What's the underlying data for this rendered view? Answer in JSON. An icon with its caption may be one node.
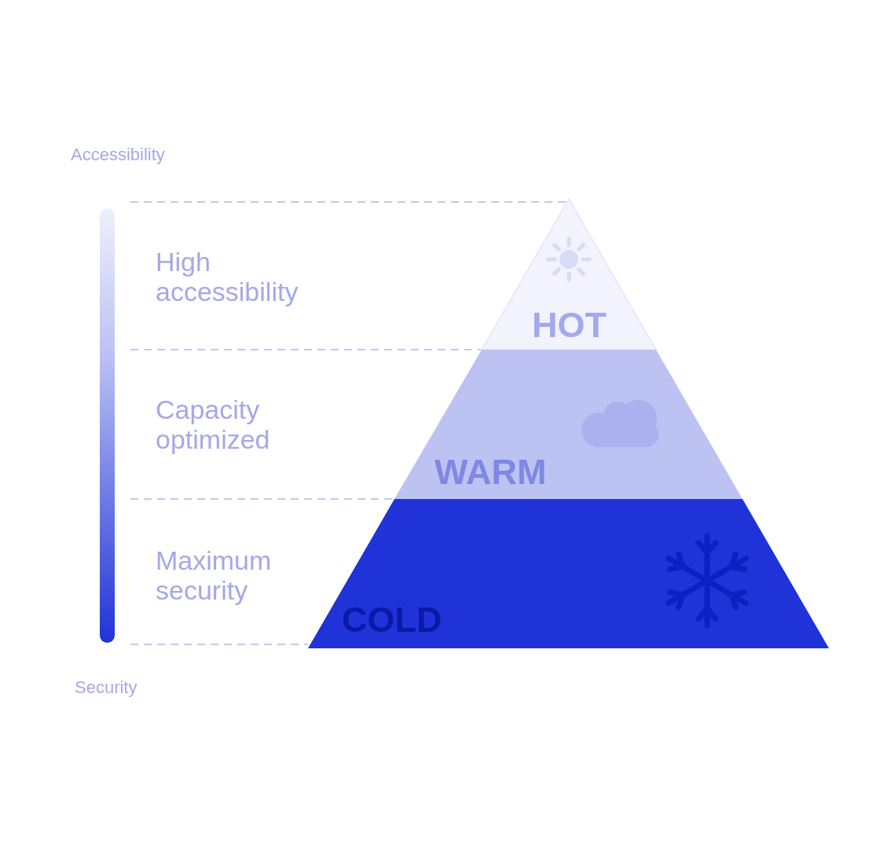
{
  "diagram": {
    "nodes": [
      {
        "text": [],
        "shape": "bar",
        "beside": [
          "Accessibility",
          "Security"
        ]
      },
      {
        "text": [
          "HOT"
        ]
      },
      {
        "text": [
          "WARM"
        ]
      },
      {
        "text": [
          "COLD"
        ]
      }
    ],
    "labels": [
      "High accessibility",
      "Capacity optimized",
      "Maximum security"
    ]
  }
}
